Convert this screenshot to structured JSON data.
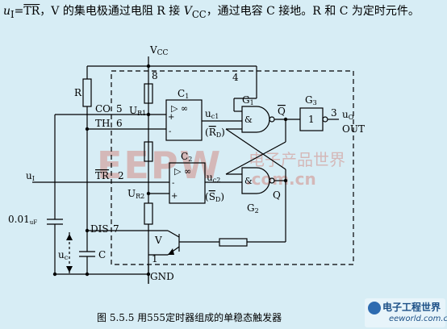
{
  "header": {
    "formula_lhs": "u",
    "formula_lhs_sub": "I",
    "formula_rhs": "=",
    "formula_rhs_over": "TR",
    "text1": "，V 的集电极通过电阻 R 接 ",
    "vcc": "V",
    "vcc_sub": "CC",
    "text2": "，通过电容 C 接地。R 和 C 为定时元件。"
  },
  "diagram": {
    "vcc_label": "V",
    "vcc_sub": "CC",
    "pin8": "8",
    "pin4": "4",
    "pin3": "3",
    "pin1": "1",
    "pin5": "5",
    "pin6": "6",
    "pin2": "2",
    "pin7": "7",
    "r_label": "R",
    "co_label": "CO",
    "th_label": "TH",
    "tr_label": "TR",
    "dis_label": "DIS",
    "ur1_main": "U",
    "ur1_sub": "R1",
    "ur2_main": "U",
    "ur2_sub": "R2",
    "c1_main": "C",
    "c1_sub": "1",
    "c2_main": "C",
    "c2_sub": "2",
    "uc1_main": "u",
    "uc1_sub": "c1",
    "rd_main": "R",
    "rd_sub": "D",
    "uc2_main": "u",
    "uc2_sub": "c2",
    "sd_main": "S",
    "sd_sub": "D",
    "g1_main": "G",
    "g1_sub": "1",
    "g2_main": "G",
    "g2_sub": "2",
    "g3_main": "G",
    "g3_sub": "3",
    "q_label": "Q",
    "qbar_label": "Q",
    "amp": "&",
    "one": "1",
    "uo_main": "u",
    "uo_sub": "O",
    "out_label": "OUT",
    "ui_main": "u",
    "ui_sub": "I",
    "cap_value": "0.01",
    "cap_unit": "uF",
    "uc_main": "u",
    "uc_sub": "c",
    "c_label": "C",
    "v_label": "V",
    "gnd_label": "GND",
    "plus": "+",
    "minus": "-",
    "comparator_mark": "▷ ∞"
  },
  "caption": "图 5.5.5  用555定时器组成的单稳态触发器",
  "logo": {
    "cn": "电子工程世界",
    "en": "eeworld.com.cn"
  },
  "watermark": {
    "letters": "EEPW",
    "cn": "电子产品世界",
    "url": ".com.cn"
  },
  "colors": {
    "background": "#d7edf5",
    "watermark": "#d04a3b",
    "logo": "#1b4f86"
  }
}
